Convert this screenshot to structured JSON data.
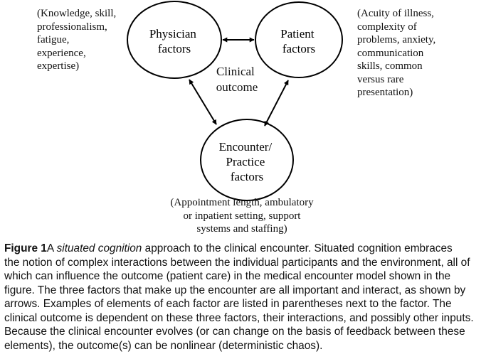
{
  "diagram": {
    "nodes": [
      {
        "id": "physician",
        "label_lines": [
          "Physician",
          "factors"
        ]
      },
      {
        "id": "patient",
        "label_lines": [
          "Patient",
          "factors"
        ]
      },
      {
        "id": "encounter",
        "label_lines": [
          "Encounter/",
          "Practice",
          "factors"
        ]
      }
    ],
    "center_label_lines": [
      "Clinical",
      "outcome"
    ],
    "annotations": {
      "physician": [
        "(Knowledge, skill,",
        "professionalism,",
        "fatigue,",
        "experience,",
        "expertise)"
      ],
      "patient": [
        "(Acuity of illness,",
        "complexity of",
        "problems, anxiety,",
        "communication",
        "skills, common",
        "versus rare",
        "presentation)"
      ],
      "encounter": [
        "(Appointment length, ambulatory",
        "or inpatient setting, support",
        "systems and staffing)"
      ]
    },
    "edges": [
      {
        "from": "physician",
        "to": "patient"
      },
      {
        "from": "physician",
        "to": "encounter"
      },
      {
        "from": "patient",
        "to": "encounter"
      }
    ]
  },
  "caption": {
    "label": "Figure 1",
    "lead": "A ",
    "italic_term": "situated cognition",
    "line1_rest": " approach to the clinical encounter. Situated cognition embraces",
    "lines": [
      "the notion of complex interactions between the individual participants and the environment, all of",
      "which can influence the outcome (patient care) in the medical encounter model shown in the",
      "figure. The three factors that make up the encounter are all important and interact, as shown by",
      "arrows. Examples of elements of each factor are listed in parentheses next to the factor. The",
      "clinical outcome is dependent on these three factors, their interactions, and possibly other inputs.",
      "Because the clinical encounter evolves (or can change on the basis of feedback between these",
      "elements), the outcome(s) can be nonlinear (deterministic chaos)."
    ]
  }
}
